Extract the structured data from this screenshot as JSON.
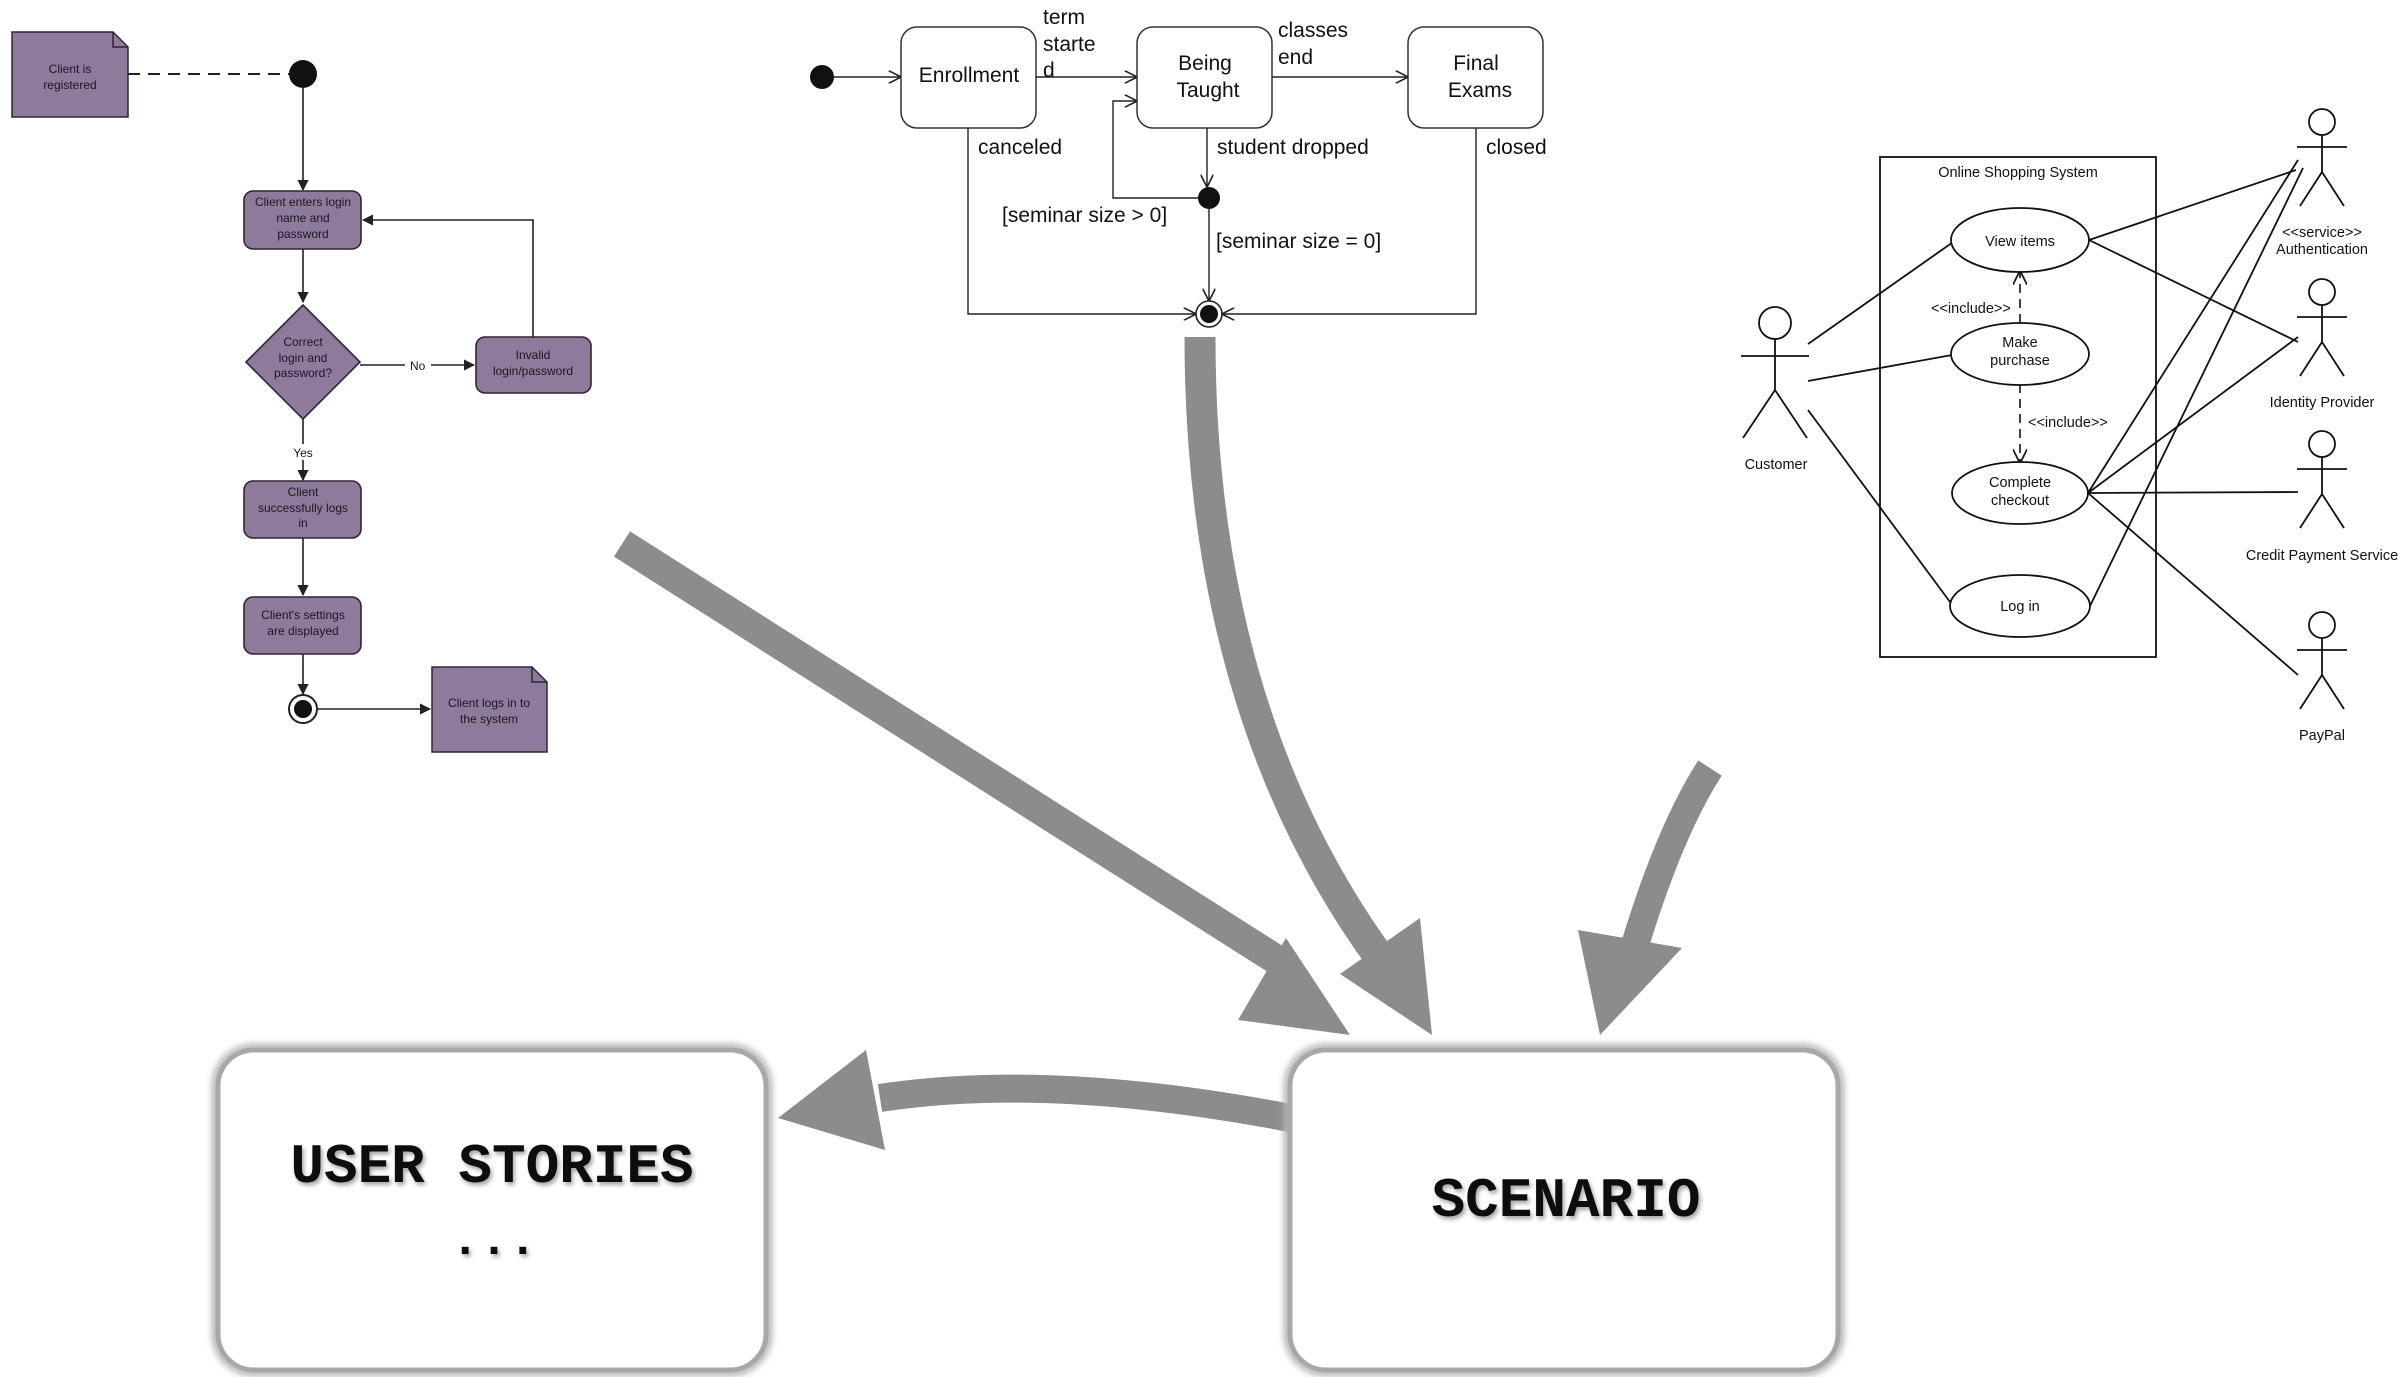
{
  "activity": {
    "note_top": [
      "Client is",
      "registered"
    ],
    "step1": [
      "Client enters login",
      "name and",
      "password"
    ],
    "decision": [
      "Correct",
      "login and",
      "password?"
    ],
    "label_no": "No",
    "invalid": [
      "Invalid",
      "login/password"
    ],
    "label_yes": "Yes",
    "step2": [
      "Client",
      "successfully logs",
      "in"
    ],
    "step3": [
      "Client's settings",
      "are displayed"
    ],
    "note_end": [
      "Client logs in to",
      "the system"
    ]
  },
  "state": {
    "enrollment": "Enrollment",
    "being_taught": [
      "Being",
      "Taught"
    ],
    "final_exams": [
      "Final",
      "Exams"
    ],
    "term_started": [
      "term",
      "starte",
      "d"
    ],
    "classes_end": [
      "classes",
      "end"
    ],
    "canceled": "canceled",
    "student_dropped": "student dropped",
    "closed": "closed",
    "guard_gt": "[seminar size > 0]",
    "guard_eq": "[seminar size = 0]"
  },
  "usecase": {
    "system": "Online Shopping System",
    "view_items": "View items",
    "make_purchase": [
      "Make",
      "purchase"
    ],
    "complete_checkout": [
      "Complete",
      "checkout"
    ],
    "log_in": "Log in",
    "include1": "<<include>>",
    "include2": "<<include>>",
    "customer": "Customer",
    "auth_stereotype": "<<service>>",
    "auth": "Authentication",
    "identity": "Identity Provider",
    "credit": "Credit Payment Service",
    "paypal": "PayPal"
  },
  "boxes": {
    "user_stories": "USER STORIES",
    "ellipsis": "...",
    "scenario": "SCENARIO"
  },
  "colors": {
    "activity_fill": "#8e7b9c",
    "activity_stroke": "#2f2537",
    "arrow_gray": "#8c8c8c",
    "box_border": "#a8a8a8"
  }
}
